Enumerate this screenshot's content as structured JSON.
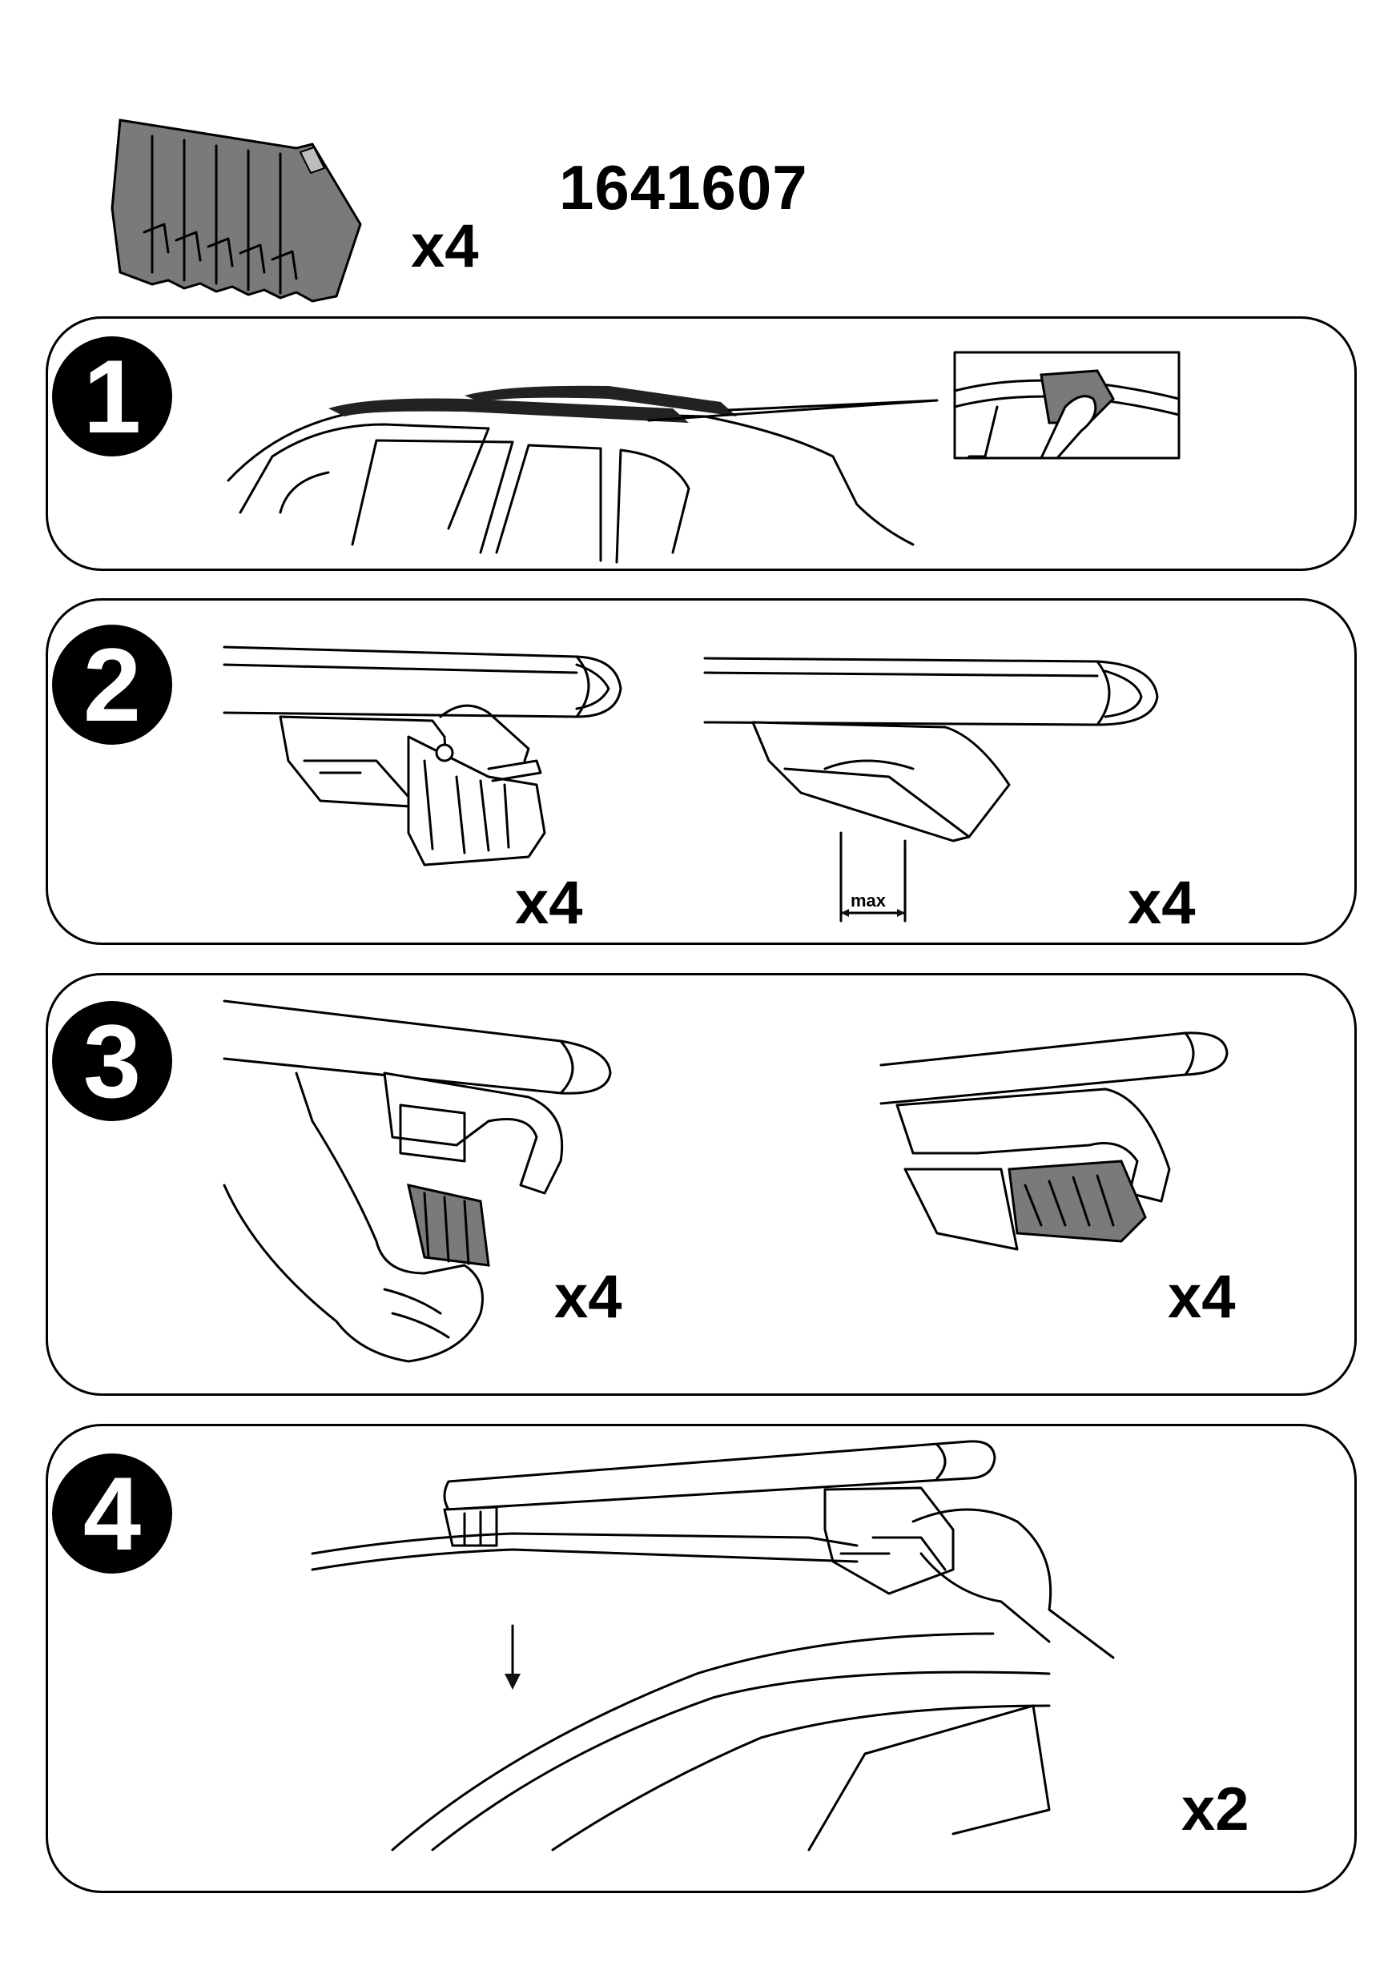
{
  "header": {
    "part_number": "1641607",
    "pad_quantity": "x4"
  },
  "steps": [
    {
      "number": "1",
      "quantities": []
    },
    {
      "number": "2",
      "quantities": [
        "x4",
        "x4"
      ],
      "max_label": "max"
    },
    {
      "number": "3",
      "quantities": [
        "x4",
        "x4"
      ]
    },
    {
      "number": "4",
      "quantities": [
        "x2"
      ]
    }
  ],
  "icons": {
    "rubber_pad": "rubber-pad-icon",
    "car_roof": "car-roof-rails-icon",
    "cleaning": "hand-cleaning-cloth-icon",
    "foot_clamp": "roof-bar-foot-icon",
    "arrow_down": "arrow-down-icon"
  },
  "colors": {
    "ink": "#000000",
    "pad_fill": "#7a7a7a",
    "background": "#ffffff"
  }
}
